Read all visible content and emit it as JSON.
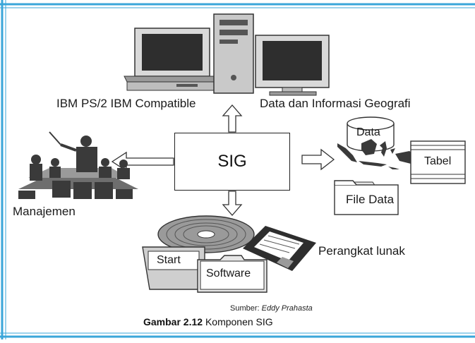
{
  "center_label": "SIG",
  "labels": {
    "hardware": "IBM PS/2 IBM Compatible",
    "data_info": "Data dan Informasi Geografi",
    "data_cylinder": "Data",
    "tabel": "Tabel",
    "file_data": "File Data",
    "manajemen": "Manajemen",
    "perangkat_lunak": "Perangkat lunak",
    "start": "Start",
    "software": "Software"
  },
  "source": {
    "prefix": "Sumber:",
    "author": "Eddy Prahasta"
  },
  "caption": {
    "number": "Gambar 2.12",
    "title": "Komponen SIG"
  },
  "colors": {
    "frame": "#3aa6d9",
    "dark": "#333333",
    "mid": "#8a8a8a",
    "light": "#cfcfcf"
  },
  "icons": [
    "desktop-pc-icon",
    "tower-pc-icon",
    "monitor-icon",
    "database-cylinder-icon",
    "indonesia-map-icon",
    "table-icon",
    "folder-icon",
    "presenter-meeting-icon",
    "compact-disc-icon",
    "floppy-disk-icon",
    "start-window-icon",
    "software-folder-icon"
  ]
}
